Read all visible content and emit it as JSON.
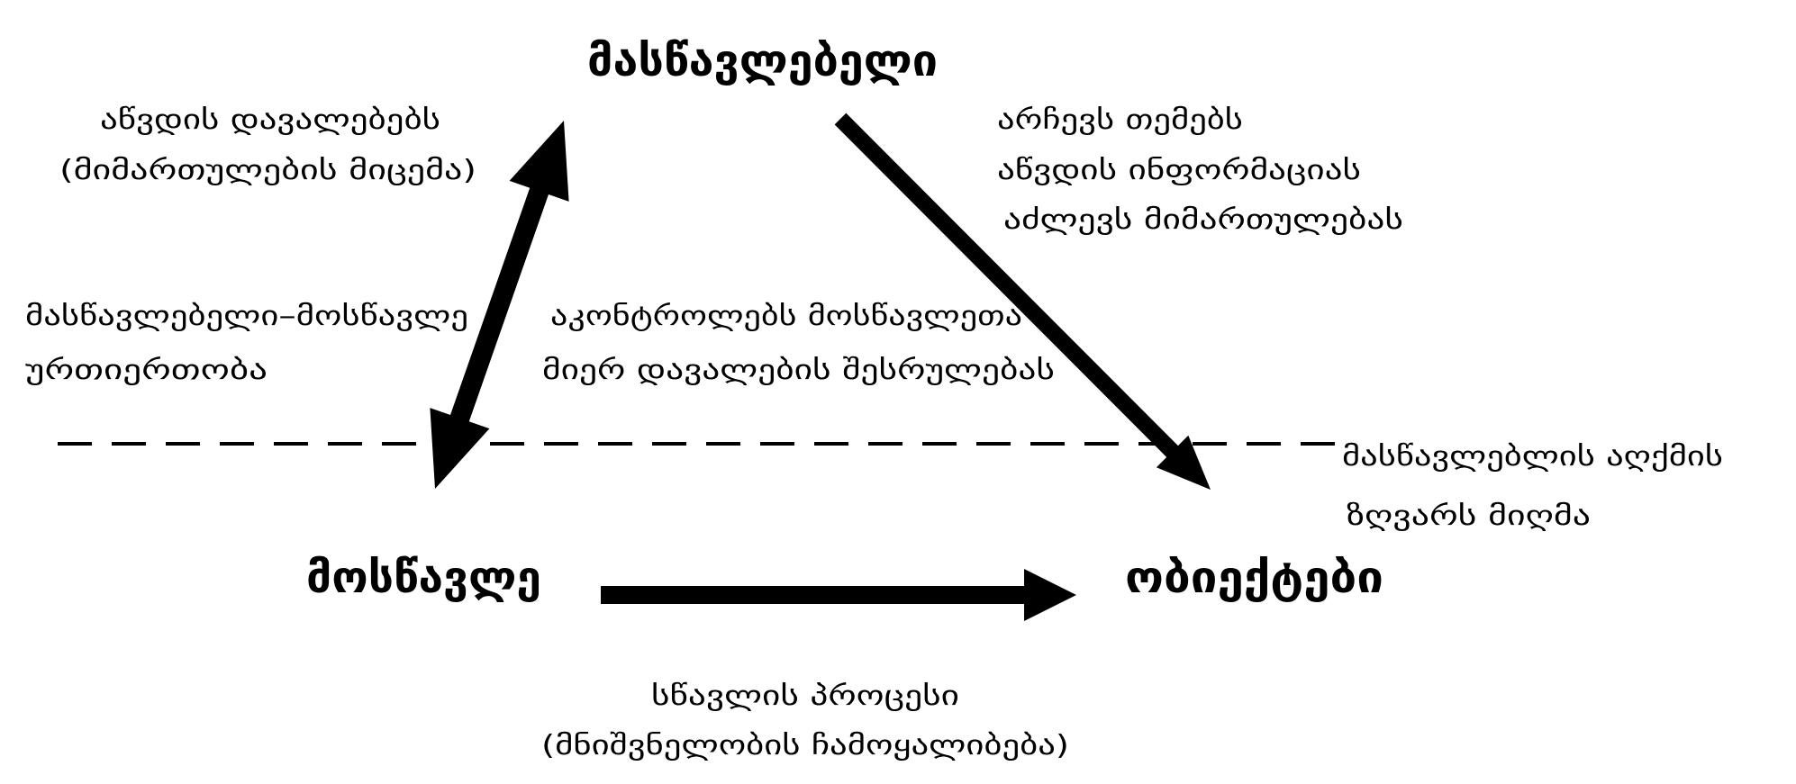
{
  "nodes": {
    "teacher": "მასწავლებელი",
    "student": "მოსწავლე",
    "objects": "ობიექტები"
  },
  "labels": {
    "teacher_student_top": [
      "აწვდის დავალებებს",
      "(მიმართულების მიცემა)"
    ],
    "relationship": [
      "მასწავლებელი–მოსწავლე",
      "ურთიერთობა"
    ],
    "control": [
      "აკონტროლებს მოსწავლეთა",
      "მიერ დავალების შესრულებას"
    ],
    "teacher_objects": [
      "არჩევს თემებს",
      "აწვდის ინფორმაციას",
      "აძლევს მიმართულებას"
    ],
    "perception_boundary": [
      "მასწავლებლის აღქმის",
      "ზღვარს მიღმა"
    ],
    "learning_process": [
      "სწავლის პროცესი",
      "(მნიშვნელობის ჩამოყალიბება)"
    ]
  },
  "colors": {
    "ink": "#000000",
    "background": "#ffffff"
  }
}
